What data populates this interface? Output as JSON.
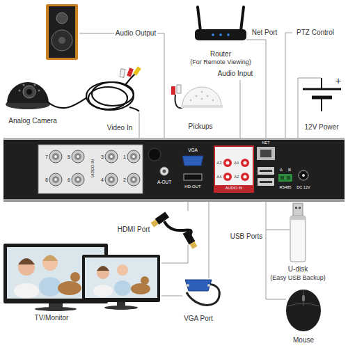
{
  "diagram": {
    "nodes": [
      {
        "text": [
          "VIDEO IN",
          "7",
          "5",
          "3",
          "1",
          "8",
          "6",
          "4",
          "2",
          "A-OUT",
          "VGA",
          "HD-OUT",
          "NET",
          "A3",
          "A1",
          "A4",
          "A2",
          "AUDIO IN",
          "A",
          "B",
          "RS485",
          "DC 12V"
        ]
      }
    ],
    "labels": [
      "Audio Output",
      "Router",
      "(For Remote Viewing)",
      "Net Port",
      "PTZ Control",
      "+",
      "Analog Camera",
      "Video In",
      "Pickups",
      "Audio Input",
      "12V Power",
      "HDMI Port",
      "USB Ports",
      "U-disk",
      "(Easy USB Backup)",
      "TV/Monitor",
      "VGA Port",
      "Mouse"
    ]
  }
}
